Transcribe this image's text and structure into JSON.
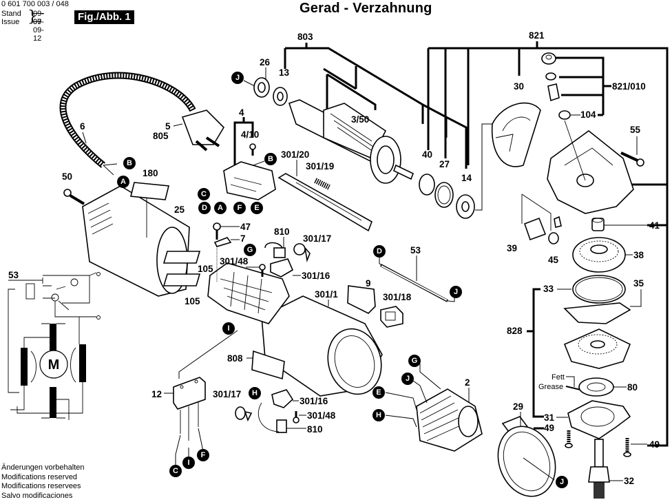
{
  "header": {
    "doc_number": "0 601 700 003 / 048",
    "stand_label": "Stand",
    "issue_label": "Issue",
    "old_date": "09-09",
    "new_date": "07-09-12",
    "figure_label": "Fig./Abb. 1",
    "title": "Gerad - Verzahnung"
  },
  "footer": {
    "lines": [
      "Änderungen vorbehalten",
      "Modifications reserved",
      "Modifications reservees",
      "Salvo modificaciones"
    ]
  },
  "labels": {
    "l803": "803",
    "l821": "821",
    "l821_010": "821/010",
    "l104": "104",
    "l26": "26",
    "l13": "13",
    "l30": "30",
    "l3_50": "3/50",
    "l55": "55",
    "l4": "4",
    "l4_10": "4/10",
    "l6": "6",
    "l5": "5",
    "l805": "805",
    "l301_20": "301/20",
    "l301_19": "301/19",
    "l40": "40",
    "l27": "27",
    "l14": "14",
    "l50": "50",
    "l180": "180",
    "l25": "25",
    "l47": "47",
    "l7": "7",
    "l810a": "810",
    "l301_17a": "301/17",
    "l41": "41",
    "l39": "39",
    "l45": "45",
    "l38": "38",
    "l301_48a": "301/48",
    "l301_16a": "301/16",
    "l105a": "105",
    "l105b": "105",
    "l53a": "53",
    "l53b": "53",
    "l9": "9",
    "l301_1": "301/1",
    "l301_18": "301/18",
    "l33": "33",
    "l35": "35",
    "l828": "828",
    "l808": "808",
    "l2": "2",
    "l12": "12",
    "l301_17b": "301/17",
    "l301_16b": "301/16",
    "l301_48b": "301/48",
    "l810b": "810",
    "l29": "29",
    "l80": "80",
    "l31": "31",
    "l49a": "49",
    "l49b": "49",
    "l32": "32",
    "fett": "Fett",
    "grease": "Grease",
    "motor": "M"
  },
  "connectors": {
    "A": "A",
    "B": "B",
    "C": "C",
    "D": "D",
    "E": "E",
    "F": "F",
    "G": "G",
    "H": "H",
    "I": "I",
    "J": "J"
  }
}
